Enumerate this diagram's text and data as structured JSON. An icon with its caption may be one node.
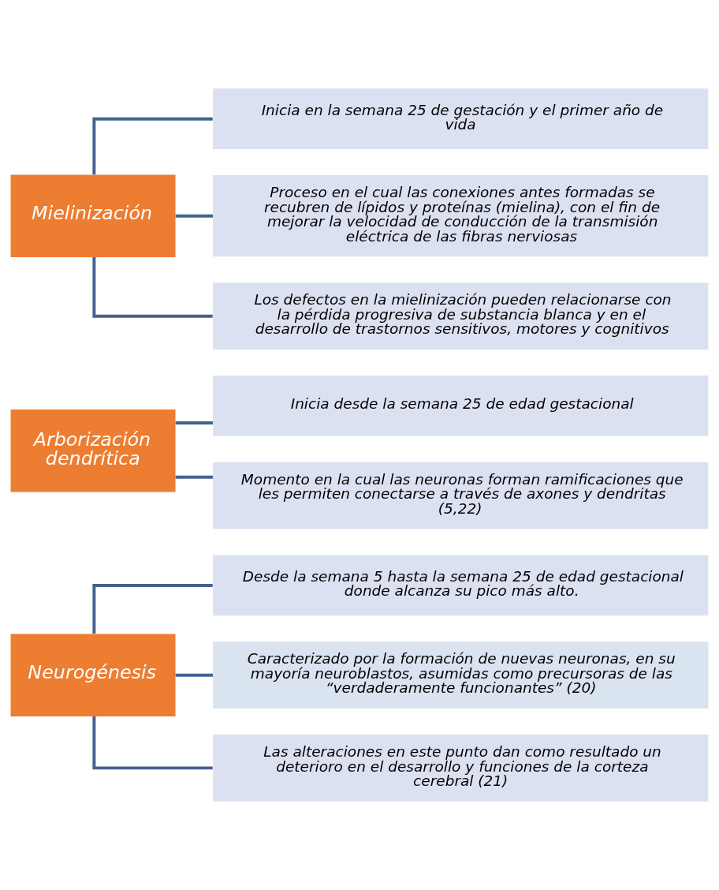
{
  "diagram": {
    "nodes": [
      {
        "text": [
          "Neurogénesis"
        ]
      },
      {
        "text": [
          "Desde la semana 5 hasta la semana 25 de edad gestacional donde alcanza su pico más alto."
        ]
      },
      {
        "text": [
          "Caracterizado por la formación de nuevas neuronas, en su mayoría neuroblastos, asumidas como precursoras de las “verdaderamente funcionantes” (20)"
        ]
      },
      {
        "text": [
          "Las alteraciones en este punto dan como resultado un deterioro en el desarrollo y funciones de la corteza cerebral (21)"
        ]
      },
      {
        "text": [
          "Arborización dendrítica"
        ]
      },
      {
        "text": [
          "Inicia desde la semana 25 de edad gestacional"
        ]
      },
      {
        "text": [
          "Momento en la cual las neuronas forman ramificaciones que les permiten conectarse a través de axones y dendritas (5,22)"
        ]
      },
      {
        "text": [
          "Mielinización"
        ]
      },
      {
        "text": [
          "Inicia en la semana 25 de gestación y el primer año de vida"
        ]
      },
      {
        "text": [
          "Proceso en el cual las conexiones antes formadas se recubren de lípidos y proteínas (mielina), con el fin de mejorar la velocidad de conducción de la transmisión eléctrica de las fibras nerviosas"
        ]
      },
      {
        "text": [
          "Los defectos en la mielinización pueden relacionarse con la pérdida progresiva de substancia blanca y en el desarrollo de trastornos sensitivos, motores y cognitivos"
        ]
      }
    ],
    "edges": [
      {
        "from": 0,
        "to": 1,
        "arrow": "none"
      },
      {
        "from": 0,
        "to": 2,
        "arrow": "none"
      },
      {
        "from": 0,
        "to": 3,
        "arrow": "none"
      },
      {
        "from": 4,
        "to": 5,
        "arrow": "none"
      },
      {
        "from": 4,
        "to": 6,
        "arrow": "none"
      },
      {
        "from": 7,
        "to": 8,
        "arrow": "none"
      },
      {
        "from": 7,
        "to": 9,
        "arrow": "none"
      },
      {
        "from": 7,
        "to": 10,
        "arrow": "none"
      }
    ]
  }
}
